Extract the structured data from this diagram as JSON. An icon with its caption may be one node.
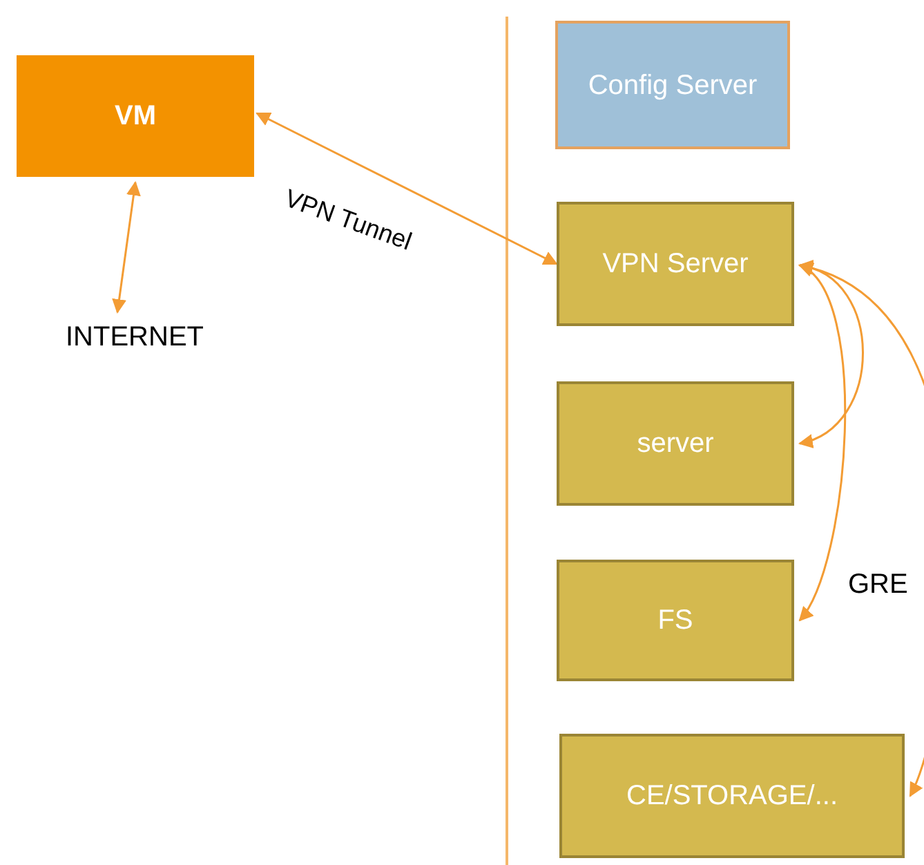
{
  "diagram": {
    "nodes": [
      {
        "text": [
          "VM"
        ]
      },
      {
        "text": [
          "INTERNET"
        ]
      },
      {
        "text": [
          "Config Server"
        ]
      },
      {
        "text": [
          "VPN Server"
        ]
      },
      {
        "text": [
          "server"
        ]
      },
      {
        "text": [
          "FS"
        ]
      },
      {
        "text": [
          "CE/STORAGE/..."
        ]
      }
    ],
    "edges": [
      {
        "from": 0,
        "to": 3,
        "arrow": "both",
        "label": "VPN Tunnel"
      },
      {
        "from": 0,
        "to": 1,
        "arrow": "both"
      },
      {
        "from": 3,
        "to": 4,
        "arrow": "both"
      },
      {
        "from": 3,
        "to": 5,
        "arrow": "both"
      },
      {
        "from": 3,
        "to": 6,
        "arrow": "both"
      }
    ],
    "labels": [
      "GRE"
    ]
  }
}
